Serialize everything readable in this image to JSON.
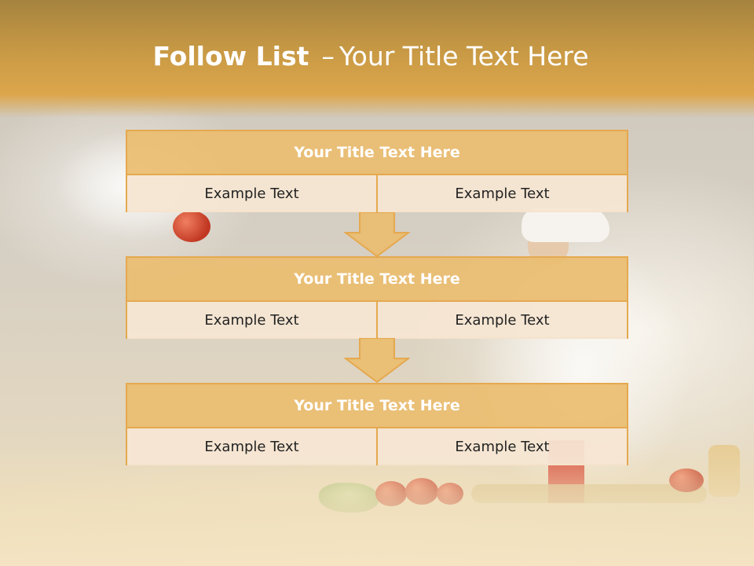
{
  "header": {
    "title_bold": "Follow List",
    "title_dash": "–",
    "title_rest": "Your Title Text Here"
  },
  "blocks": [
    {
      "title": "Your Title Text Here",
      "left": "Example Text",
      "right": "Example Text"
    },
    {
      "title": "Your Title Text Here",
      "left": "Example Text",
      "right": "Example Text"
    },
    {
      "title": "Your Title Text Here",
      "left": "Example Text",
      "right": "Example Text"
    }
  ],
  "colors": {
    "header": "#dca64b",
    "block_head": "#eabd70",
    "block_border": "#e5a94f",
    "cell": "#f6e6d3",
    "arrow": "#eabd70"
  }
}
